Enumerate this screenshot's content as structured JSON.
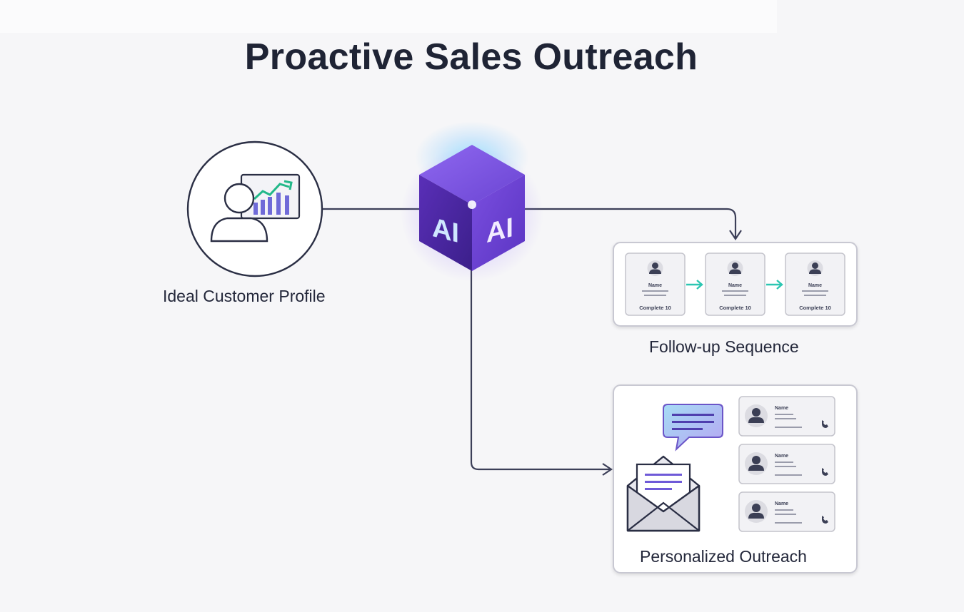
{
  "title": "Proactive Sales Outreach",
  "nodes": {
    "icp": {
      "label": "Ideal Customer Profile"
    },
    "ai": {
      "face_left": "AI",
      "face_right": "AI"
    },
    "followup": {
      "label": "Follow-up Sequence",
      "cards": [
        {
          "name": "Name",
          "footer": "Complete 10"
        },
        {
          "name": "Name",
          "footer": "Complete 10"
        },
        {
          "name": "Name",
          "footer": "Complete 10"
        }
      ]
    },
    "outreach": {
      "label": "Personalized Outreach",
      "contacts": [
        {
          "name": "Name"
        },
        {
          "name": "Name"
        },
        {
          "name": "Name"
        }
      ]
    }
  },
  "colors": {
    "cube": "#6a3fd0",
    "glow": "#7fd6ff",
    "arrow_teal": "#2cc6b2",
    "line": "#3c3f58",
    "chart_green": "#22b889",
    "chart_bars": "#6f6ad8",
    "bubble": "#a79bf0"
  }
}
